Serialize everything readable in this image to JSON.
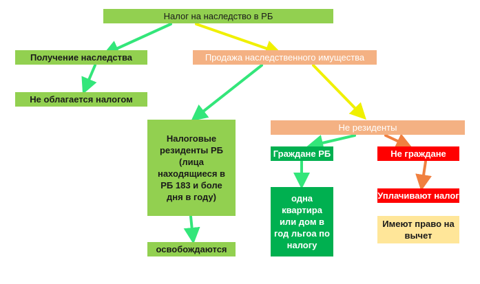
{
  "nodes": {
    "root": "Налог на наследство в РБ",
    "inheritance": "Получение наследства",
    "not_taxed": "Не облагается налогом",
    "sale": "Продажа наследственного имущества",
    "tax_residents": "Налоговые резиденты РБ (лица находящиеся в РБ 183 и боле дня в году)",
    "exempt": "освобождаются",
    "non_residents": "Не резиденты",
    "citizens": "Граждане РБ",
    "non_citizens": "Не граждане",
    "benefit": "одна квартира или дом в год льгоа по налогу",
    "pay_tax": "Уплачивают налог",
    "right_to_deduction": "Имеют право на вычет"
  },
  "colors": {
    "green": "#92d050",
    "dark_green": "#00b050",
    "salmon": "#f4b183",
    "red": "#ff0000",
    "cream": "#ffe699",
    "arrow_green": "#33e67a",
    "arrow_yellow": "#f0f000",
    "arrow_orange": "#f08040"
  }
}
